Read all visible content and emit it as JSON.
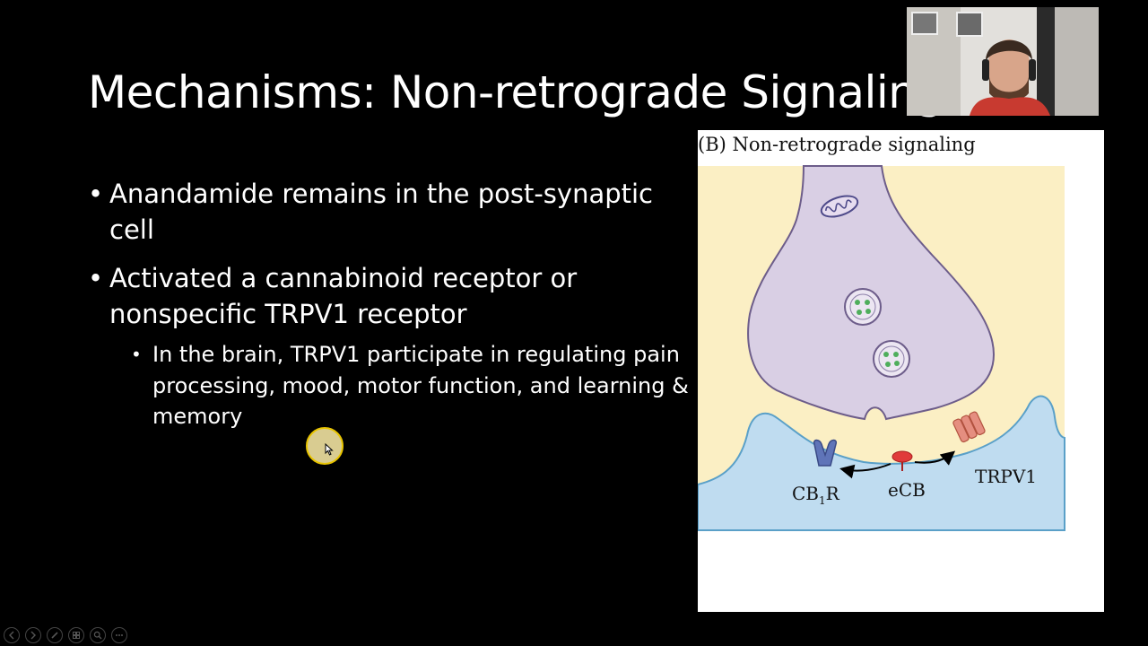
{
  "slide": {
    "title": "Mechanisms: Non-retrograde Signaling",
    "bullets": [
      {
        "text": "Anandamide remains in the post-synaptic cell"
      },
      {
        "text": "Activated a cannabinoid receptor or nonspecific TRPV1 receptor"
      }
    ],
    "sub_bullets": [
      {
        "text": "In the brain, TRPV1 participate in regulating pain processing, mood, motor function, and learning & memory"
      }
    ],
    "bullet_glyph": "•"
  },
  "figure": {
    "caption": "(B)  Non-retrograde signaling",
    "labels": {
      "cb1r_main": "CB",
      "cb1r_sub": "1",
      "cb1r_end": "R",
      "ecb": "eCB",
      "trpv1": "TRPV1"
    },
    "colors": {
      "presynaptic": "#d9cfe4",
      "postsynaptic": "#bfdcf0",
      "cleft": "#fbefc4",
      "vesicle_dot": "#4fae5c",
      "cb1r": "#5f74b8",
      "ecb": "#e03a3a",
      "trpv1": "#e58e80"
    }
  },
  "presenter_controls": [
    {
      "name": "previous-slide-button",
      "icon": "arrow-left-icon"
    },
    {
      "name": "next-slide-button",
      "icon": "arrow-right-icon"
    },
    {
      "name": "pen-tool-button",
      "icon": "pen-icon"
    },
    {
      "name": "see-all-slides-button",
      "icon": "grid-icon"
    },
    {
      "name": "zoom-button",
      "icon": "magnifier-icon"
    },
    {
      "name": "more-options-button",
      "icon": "ellipsis-icon"
    }
  ]
}
